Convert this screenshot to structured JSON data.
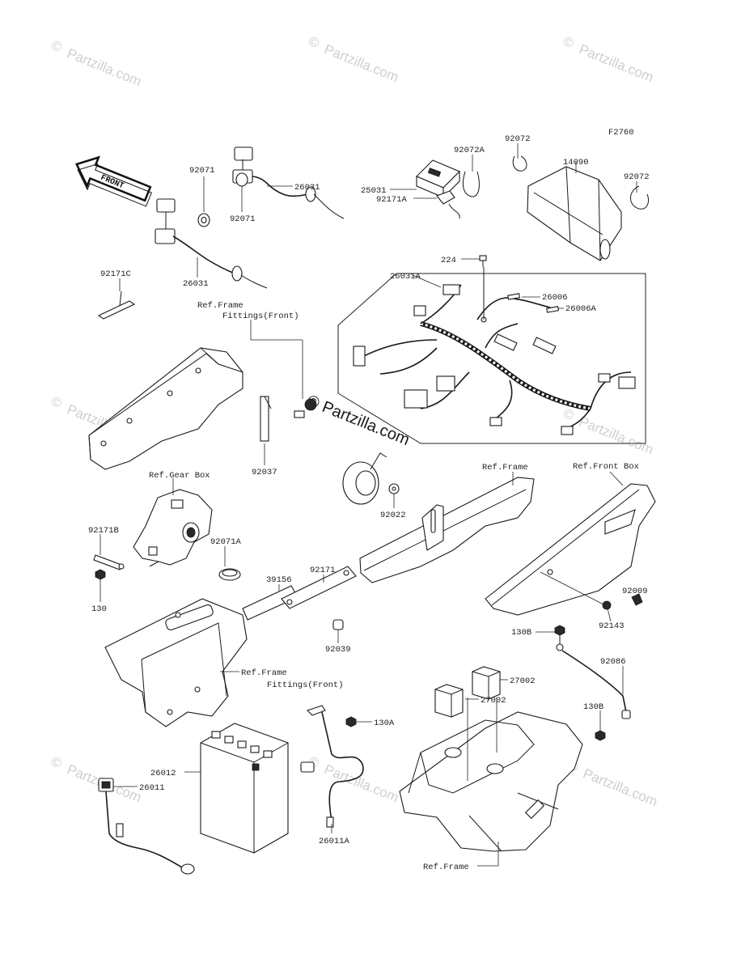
{
  "figure_code": "F2760",
  "front_arrow_text": "FRONT",
  "watermark": {
    "copyright_glyph": "©",
    "site": "Partzilla.com",
    "center": "© Partzilla.com"
  },
  "part_labels": {
    "p92072A": "92072A",
    "p92072_top": "92072",
    "p92072_right": "92072",
    "p14090": "14090",
    "p25031": "25031",
    "p92171A": "92171A",
    "p224": "224",
    "p92071_a": "92071",
    "p92071_b": "92071",
    "p26031_top": "26031",
    "p26031_bottom": "26031",
    "p92171C": "92171C",
    "p26031A": "26031A",
    "p26006": "26006",
    "p26006A": "26006A",
    "p92037": "92037",
    "p92022": "92022",
    "p92171B": "92171B",
    "p130": "130",
    "p92071A": "92071A",
    "p39156": "39156",
    "p92171": "92171",
    "p92039": "92039",
    "p92009": "92009",
    "p92143": "92143",
    "p130B_a": "130B",
    "p130B_b": "130B",
    "p92086": "92086",
    "p27002_a": "27002",
    "p27002_b": "27002",
    "p130A": "130A",
    "p26012": "26012",
    "p26011": "26011",
    "p26011A": "26011A"
  },
  "reference_labels": {
    "ref_frame_fittings_front_top_1": "Ref.Frame",
    "ref_frame_fittings_front_top_2": "Fittings(Front)",
    "ref_gear_box": "Ref.Gear Box",
    "ref_frame_mid": "Ref.Frame",
    "ref_front_box": "Ref.Front Box",
    "ref_frame_fittings_front_bottom_1": "Ref.Frame",
    "ref_frame_fittings_front_bottom_2": "Fittings(Front)",
    "ref_frame_bottom": "Ref.Frame"
  }
}
